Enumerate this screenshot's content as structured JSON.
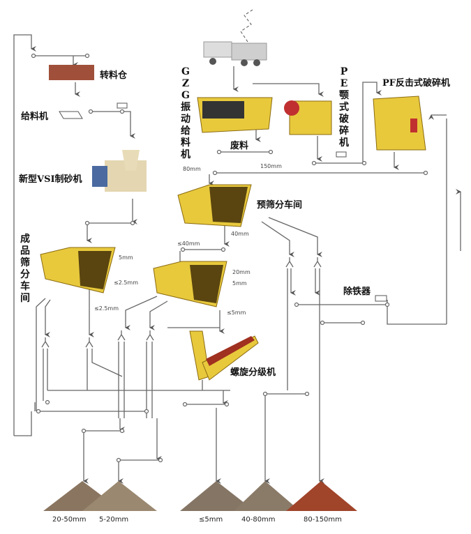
{
  "machines": {
    "transfer_bin": "转料仓",
    "feeder": "给料机",
    "vsi_sand_maker": "新型VSI制砂机",
    "gzg_feeder": "GZG振动给料机",
    "waste": "废料",
    "pe_jaw_crusher": "PE颚式破碎机",
    "pf_impact_crusher": "PF反击式破碎机",
    "pre_screening": "预筛分车间",
    "product_screening": "成品筛分车间",
    "iron_remover": "除铁器",
    "spiral_classifier": "螺旋分级机"
  },
  "sizes": {
    "s80": "80mm",
    "s150": "150mm",
    "s40": "40mm",
    "le40": "≤40mm",
    "s5a": "5mm",
    "le25a": "≤2.5mm",
    "le25b": "≤2.5mm",
    "s20": "20mm",
    "s5b": "5mm",
    "le5": "≤5mm"
  },
  "products": [
    "20-50mm",
    "5-20mm",
    "≤5mm",
    "40-80mm",
    "80-150mm"
  ],
  "colors": {
    "machine": "#e8c93c",
    "line": "#555555",
    "stone": "#8a7560",
    "red_stone": "#a0442a"
  }
}
